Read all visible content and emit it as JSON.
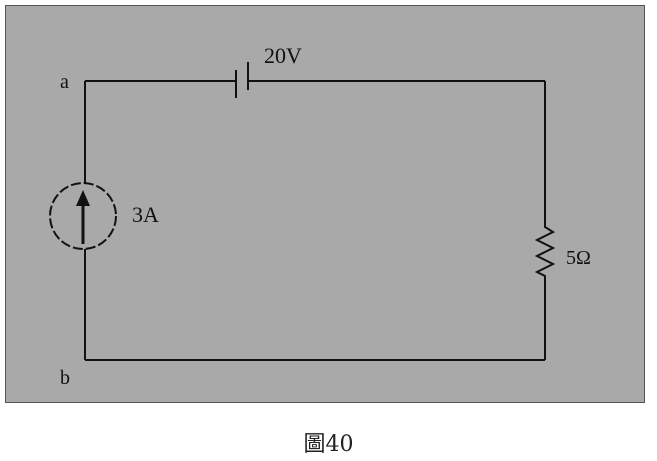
{
  "diagram": {
    "nodes": {
      "a": "a",
      "b": "b"
    },
    "battery": {
      "label": "20V"
    },
    "current_source": {
      "label": "3A",
      "direction": "up"
    },
    "resistor": {
      "label": "5Ω"
    },
    "colors": {
      "panel": "#a9a9a9",
      "wire": "#111111"
    }
  },
  "caption": "圖40"
}
